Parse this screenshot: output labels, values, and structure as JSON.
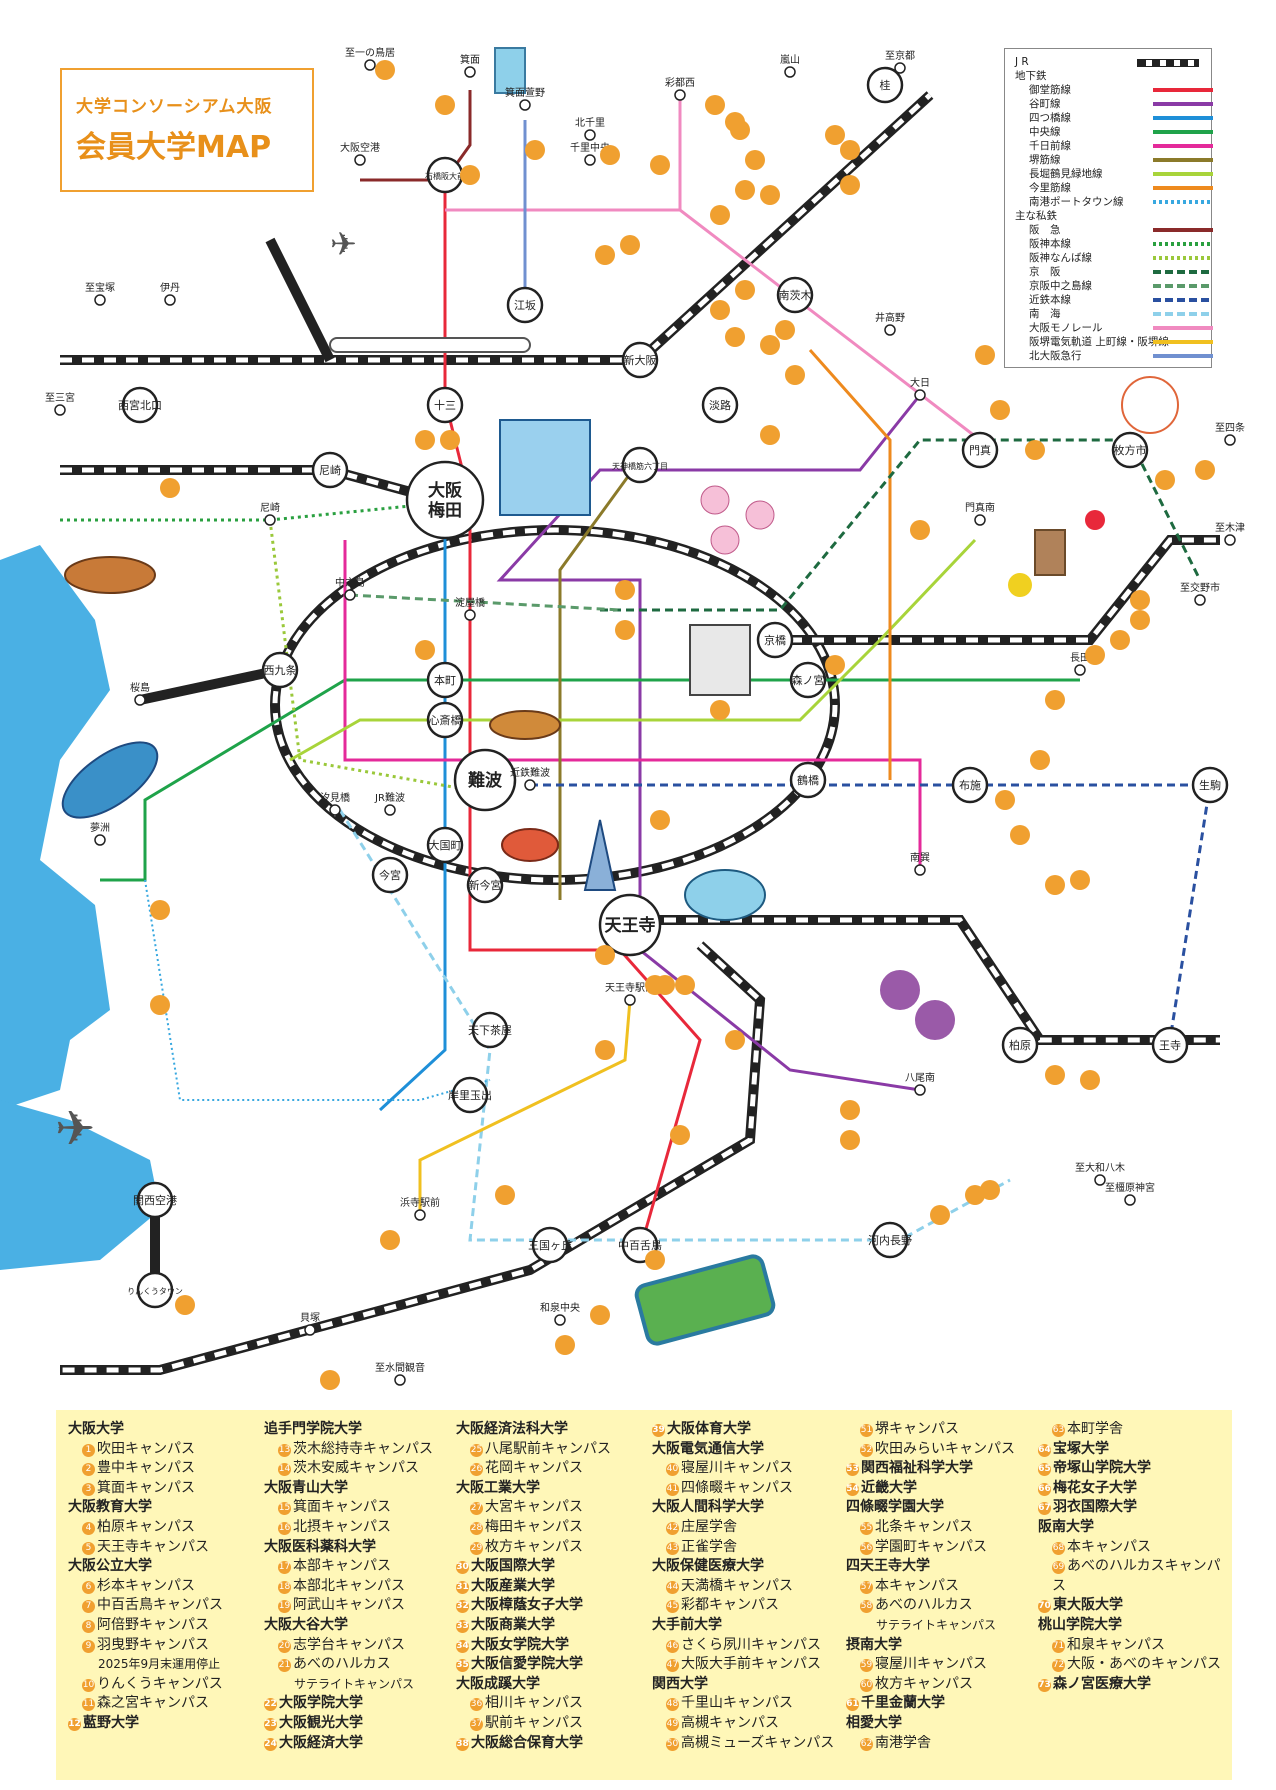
{
  "title": {
    "line1": "大学コンソーシアム大阪",
    "line2": "会員大学MAP"
  },
  "legend": {
    "items": [
      {
        "label": "J R",
        "color": "#222222",
        "style": "jr"
      },
      {
        "label": "地下鉄",
        "color": "",
        "style": "head"
      },
      {
        "label": "御堂筋線",
        "color": "#e8283a",
        "style": "solid"
      },
      {
        "label": "谷町線",
        "color": "#8a3aa6",
        "style": "solid"
      },
      {
        "label": "四つ橋線",
        "color": "#1e8fd8",
        "style": "solid"
      },
      {
        "label": "中央線",
        "color": "#1fa34a",
        "style": "solid"
      },
      {
        "label": "千日前線",
        "color": "#e42a9a",
        "style": "solid"
      },
      {
        "label": "堺筋線",
        "color": "#8b7a2a",
        "style": "solid"
      },
      {
        "label": "長堀鶴見緑地線",
        "color": "#a8d43a",
        "style": "solid"
      },
      {
        "label": "今里筋線",
        "color": "#ee8a1e",
        "style": "solid"
      },
      {
        "label": "南港ポートタウン線",
        "color": "#38a8e0",
        "style": "dot"
      },
      {
        "label": "主な私鉄",
        "color": "",
        "style": "head"
      },
      {
        "label": "阪　急",
        "color": "#8a2a2a",
        "style": "solid"
      },
      {
        "label": "阪神本線",
        "color": "#2aa040",
        "style": "dot"
      },
      {
        "label": "阪神なんば線",
        "color": "#9ac83a",
        "style": "dot"
      },
      {
        "label": "京　阪",
        "color": "#1e6a40",
        "style": "dash"
      },
      {
        "label": "京阪中之島線",
        "color": "#5a9a6a",
        "style": "dash"
      },
      {
        "label": "近鉄本線",
        "color": "#2a50a0",
        "style": "dash"
      },
      {
        "label": "南　海",
        "color": "#8ed0ea",
        "style": "dash"
      },
      {
        "label": "大阪モノレール",
        "color": "#f08ac0",
        "style": "solid"
      },
      {
        "label": "阪堺電気軌道 上町線・阪堺線",
        "color": "#f0c020",
        "style": "solid"
      },
      {
        "label": "北大阪急行",
        "color": "#7090d0",
        "style": "solid"
      }
    ]
  },
  "stations": {
    "big": [
      {
        "label": "大阪",
        "label2": "梅田"
      },
      {
        "label": "難波",
        "label2": ""
      },
      {
        "label": "天王寺",
        "label2": ""
      }
    ],
    "medium": [
      "新大阪",
      "十三",
      "尼崎",
      "西九条",
      "京橋",
      "森ノ宮",
      "鶴橋",
      "今宮",
      "新今宮",
      "大国町",
      "本町",
      "心斎橋",
      "淡路",
      "江坂",
      "南茨木",
      "門真",
      "枚方市",
      "布施",
      "生駒",
      "柏原",
      "王寺",
      "天下茶屋",
      "岸里玉出",
      "三国ヶ丘",
      "中百舌鳥",
      "河内長野",
      "関西空港",
      "りんくうタウン",
      "桂",
      "石橋阪大前",
      "西宮北口",
      "天神橋筋六丁目"
    ],
    "small": [
      "至京都",
      "嵐山",
      "彩都西",
      "箕面",
      "至一の鳥居",
      "箕面萱野",
      "北千里",
      "千里中央",
      "大阪空港",
      "至宝塚",
      "伊丹",
      "至三宮",
      "尼崎",
      "井高野",
      "大日",
      "門真南",
      "至四条",
      "至木津",
      "至交野市",
      "中之島",
      "淀屋橋",
      "長田",
      "桜島",
      "夢洲",
      "汐見橋",
      "JR難波",
      "近鉄難波",
      "南巽",
      "天王寺駅前",
      "八尾南",
      "浜寺駅前",
      "和泉中央",
      "貝塚",
      "至水間観音",
      "至大和八木",
      "至橿原神宮"
    ]
  },
  "universities": [
    {
      "name": "大阪大学",
      "num": "",
      "campuses": [
        {
          "n": "1",
          "label": "吹田キャンパス"
        },
        {
          "n": "2",
          "label": "豊中キャンパス"
        },
        {
          "n": "3",
          "label": "箕面キャンパス"
        }
      ]
    },
    {
      "name": "大阪教育大学",
      "num": "",
      "campuses": [
        {
          "n": "4",
          "label": "柏原キャンパス"
        },
        {
          "n": "5",
          "label": "天王寺キャンパス"
        }
      ]
    },
    {
      "name": "大阪公立大学",
      "num": "",
      "campuses": [
        {
          "n": "6",
          "label": "杉本キャンパス"
        },
        {
          "n": "7",
          "label": "中百舌鳥キャンパス"
        },
        {
          "n": "8",
          "label": "阿倍野キャンパス"
        },
        {
          "n": "9",
          "label": "羽曳野キャンパス"
        }
      ],
      "note": "2025年9月末運用停止",
      "campuses2": [
        {
          "n": "10",
          "label": "りんくうキャンパス"
        },
        {
          "n": "11",
          "label": "森之宮キャンパス"
        }
      ]
    },
    {
      "name": "藍野大学",
      "num": "12",
      "campuses": []
    }
  ],
  "col2": [
    {
      "name": "追手門学院大学",
      "num": "",
      "campuses": [
        {
          "n": "13",
          "label": "茨木総持寺キャンパス"
        },
        {
          "n": "14",
          "label": "茨木安威キャンパス"
        }
      ]
    },
    {
      "name": "大阪青山大学",
      "num": "",
      "campuses": [
        {
          "n": "15",
          "label": "箕面キャンパス"
        },
        {
          "n": "16",
          "label": "北摂キャンパス"
        }
      ]
    },
    {
      "name": "大阪医科薬科大学",
      "num": "",
      "campuses": [
        {
          "n": "17",
          "label": "本部キャンパス"
        },
        {
          "n": "18",
          "label": "本部北キャンパス"
        },
        {
          "n": "19",
          "label": "阿武山キャンパス"
        }
      ]
    },
    {
      "name": "大阪大谷大学",
      "num": "",
      "campuses": [
        {
          "n": "20",
          "label": "志学台キャンパス"
        },
        {
          "n": "21",
          "label": "あべのハルカス"
        }
      ],
      "note": "サテライトキャンパス"
    },
    {
      "name": "大阪学院大学",
      "num": "22",
      "campuses": []
    },
    {
      "name": "大阪観光大学",
      "num": "23",
      "campuses": []
    },
    {
      "name": "大阪経済大学",
      "num": "24",
      "campuses": []
    }
  ],
  "col3": [
    {
      "name": "大阪経済法科大学",
      "num": "",
      "campuses": [
        {
          "n": "25",
          "label": "八尾駅前キャンパス"
        },
        {
          "n": "26",
          "label": "花岡キャンパス"
        }
      ]
    },
    {
      "name": "大阪工業大学",
      "num": "",
      "campuses": [
        {
          "n": "27",
          "label": "大宮キャンパス"
        },
        {
          "n": "28",
          "label": "梅田キャンパス"
        },
        {
          "n": "29",
          "label": "枚方キャンパス"
        }
      ]
    },
    {
      "name": "大阪国際大学",
      "num": "30",
      "campuses": []
    },
    {
      "name": "大阪産業大学",
      "num": "31",
      "campuses": []
    },
    {
      "name": "大阪樟蔭女子大学",
      "num": "32",
      "campuses": []
    },
    {
      "name": "大阪商業大学",
      "num": "33",
      "campuses": []
    },
    {
      "name": "大阪女学院大学",
      "num": "34",
      "campuses": []
    },
    {
      "name": "大阪信愛学院大学",
      "num": "35",
      "campuses": []
    },
    {
      "name": "大阪成蹊大学",
      "num": "",
      "campuses": [
        {
          "n": "36",
          "label": "相川キャンパス"
        },
        {
          "n": "37",
          "label": "駅前キャンパス"
        }
      ]
    },
    {
      "name": "大阪総合保育大学",
      "num": "38",
      "campuses": []
    }
  ],
  "col4": [
    {
      "name": "大阪体育大学",
      "num": "39",
      "campuses": []
    },
    {
      "name": "大阪電気通信大学",
      "num": "",
      "campuses": [
        {
          "n": "40",
          "label": "寝屋川キャンパス"
        },
        {
          "n": "41",
          "label": "四條畷キャンパス"
        }
      ]
    },
    {
      "name": "大阪人間科学大学",
      "num": "",
      "campuses": [
        {
          "n": "42",
          "label": "庄屋学舎"
        },
        {
          "n": "43",
          "label": "正雀学舎"
        }
      ]
    },
    {
      "name": "大阪保健医療大学",
      "num": "",
      "campuses": [
        {
          "n": "44",
          "label": "天満橋キャンパス"
        },
        {
          "n": "45",
          "label": "彩都キャンパス"
        }
      ]
    },
    {
      "name": "大手前大学",
      "num": "",
      "campuses": [
        {
          "n": "46",
          "label": "さくら夙川キャンパス"
        },
        {
          "n": "47",
          "label": "大阪大手前キャンパス"
        }
      ]
    },
    {
      "name": "関西大学",
      "num": "",
      "campuses": [
        {
          "n": "48",
          "label": "千里山キャンパス"
        },
        {
          "n": "49",
          "label": "高槻キャンパス"
        },
        {
          "n": "50",
          "label": "高槻ミューズキャンパス"
        }
      ]
    }
  ],
  "col5": [
    {
      "name": "",
      "num": "",
      "campuses": [
        {
          "n": "51",
          "label": "堺キャンパス"
        },
        {
          "n": "52",
          "label": "吹田みらいキャンパス"
        }
      ]
    },
    {
      "name": "関西福祉科学大学",
      "num": "53",
      "campuses": []
    },
    {
      "name": "近畿大学",
      "num": "54",
      "campuses": []
    },
    {
      "name": "四條畷学園大学",
      "num": "",
      "campuses": [
        {
          "n": "55",
          "label": "北条キャンパス"
        },
        {
          "n": "56",
          "label": "学園町キャンパス"
        }
      ]
    },
    {
      "name": "四天王寺大学",
      "num": "",
      "campuses": [
        {
          "n": "57",
          "label": "本キャンパス"
        },
        {
          "n": "58",
          "label": "あべのハルカス"
        }
      ],
      "note": "サテライトキャンパス"
    },
    {
      "name": "摂南大学",
      "num": "",
      "campuses": [
        {
          "n": "59",
          "label": "寝屋川キャンパス"
        },
        {
          "n": "60",
          "label": "枚方キャンパス"
        }
      ]
    },
    {
      "name": "千里金蘭大学",
      "num": "61",
      "campuses": []
    },
    {
      "name": "相愛大学",
      "num": "",
      "campuses": [
        {
          "n": "62",
          "label": "南港学舎"
        }
      ]
    }
  ],
  "col6": [
    {
      "name": "",
      "num": "",
      "campuses": [
        {
          "n": "63",
          "label": "本町学舎"
        }
      ]
    },
    {
      "name": "宝塚大学",
      "num": "64",
      "campuses": []
    },
    {
      "name": "帝塚山学院大学",
      "num": "65",
      "campuses": []
    },
    {
      "name": "梅花女子大学",
      "num": "66",
      "campuses": []
    },
    {
      "name": "羽衣国際大学",
      "num": "67",
      "campuses": []
    },
    {
      "name": "阪南大学",
      "num": "",
      "campuses": [
        {
          "n": "68",
          "label": "本キャンパス"
        },
        {
          "n": "69",
          "label": "あべのハルカスキャンパス"
        }
      ]
    },
    {
      "name": "東大阪大学",
      "num": "70",
      "campuses": []
    },
    {
      "name": "桃山学院大学",
      "num": "",
      "campuses": [
        {
          "n": "71",
          "label": "和泉キャンパス"
        },
        {
          "n": "72",
          "label": "大阪・あべのキャンパス"
        }
      ]
    },
    {
      "name": "森ノ宮医療大学",
      "num": "73",
      "campuses": []
    }
  ]
}
